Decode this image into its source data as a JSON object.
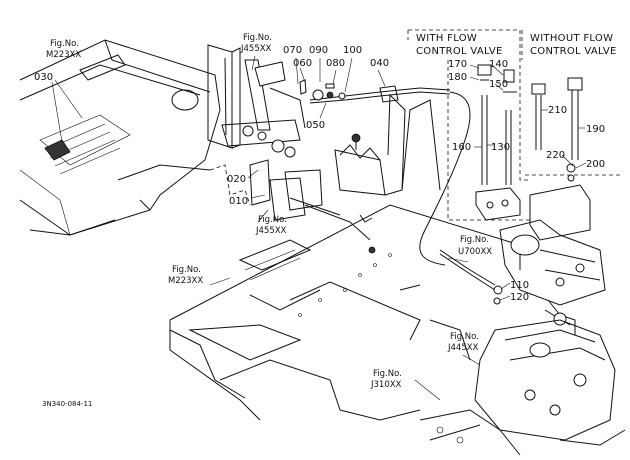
{
  "headers": {
    "with_flow": [
      "WITH FLOW",
      "CONTROL VALVE"
    ],
    "without_flow": [
      "WITHOUT FLOW",
      "CONTROL VALVE"
    ]
  },
  "fig_refs": [
    {
      "id": "fig-m223-top",
      "line1": "Fig.No.",
      "line2": "M223XX"
    },
    {
      "id": "fig-j455-top",
      "line1": "Fig.No.",
      "line2": "J455XX"
    },
    {
      "id": "fig-j455-mid",
      "line1": "Fig.No.",
      "line2": "J455XX"
    },
    {
      "id": "fig-u700",
      "line1": "Fig.No.",
      "line2": "U700XX"
    },
    {
      "id": "fig-m223-bot",
      "line1": "Fig.No.",
      "line2": "M223XX"
    },
    {
      "id": "fig-j445",
      "line1": "Fig.No.",
      "line2": "J445XX"
    },
    {
      "id": "fig-j310",
      "line1": "Fig.No.",
      "line2": "J310XX"
    }
  ],
  "part_labels": [
    "030",
    "070",
    "060",
    "090",
    "080",
    "100",
    "040",
    "050",
    "020",
    "010",
    "170",
    "180",
    "140",
    "150",
    "130",
    "160",
    "210",
    "190",
    "220",
    "200",
    "110",
    "120"
  ],
  "drawing_code": "3N340-084-11"
}
